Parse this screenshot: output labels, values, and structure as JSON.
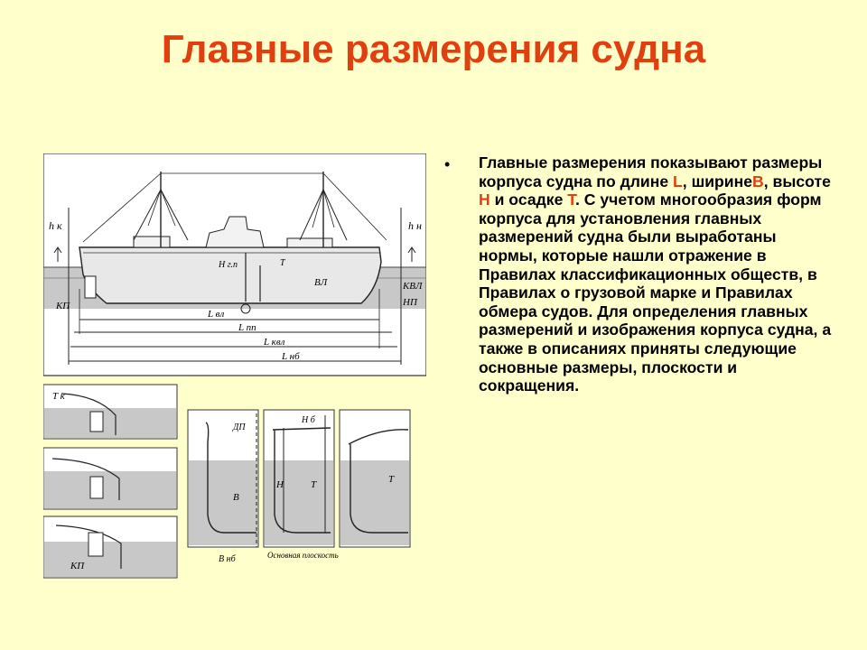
{
  "slide": {
    "title": "Главные размерения судна",
    "bullet": {
      "part1": "Главные размерения показывают размеры корпуса судна по длине ",
      "L": "L",
      "part2": ", ширине",
      "B": "В",
      "part3": ", высоте ",
      "H": "Н",
      "part4": " и осадке ",
      "T": "Т",
      "part5": ". С учетом многообразия форм корпуса для установления главных размерений судна были выработаны нормы, которые нашли отражение в Правилах классификационных обществ, в Правилах о грузовой марке и Правилах обмера судов. Для определения главных размерений и изображения корпуса судна, а также в описаниях приняты следующие основные размеры, плоскости и сокращения."
    },
    "figure": {
      "labels": {
        "h_k": "h к",
        "h_n": "h н",
        "H_gp": "H г.п",
        "T": "T",
        "VL": "ВЛ",
        "KVL": "КВЛ",
        "NP": "НП",
        "KP": "КП",
        "L_vl": "L вл",
        "L_pp": "L пп",
        "L_kvl": "L квл",
        "L_nb": "L нб",
        "T_k": "T к",
        "KP2": "КП",
        "DP": "ДП",
        "B": "B",
        "B_nb": "B нб",
        "H_b": "H б",
        "H": "H",
        "T2": "T",
        "T3": "T",
        "base_plane": "Основная плоскость"
      }
    },
    "colors": {
      "accent": "#e04010",
      "background": "#ffffcc"
    }
  }
}
